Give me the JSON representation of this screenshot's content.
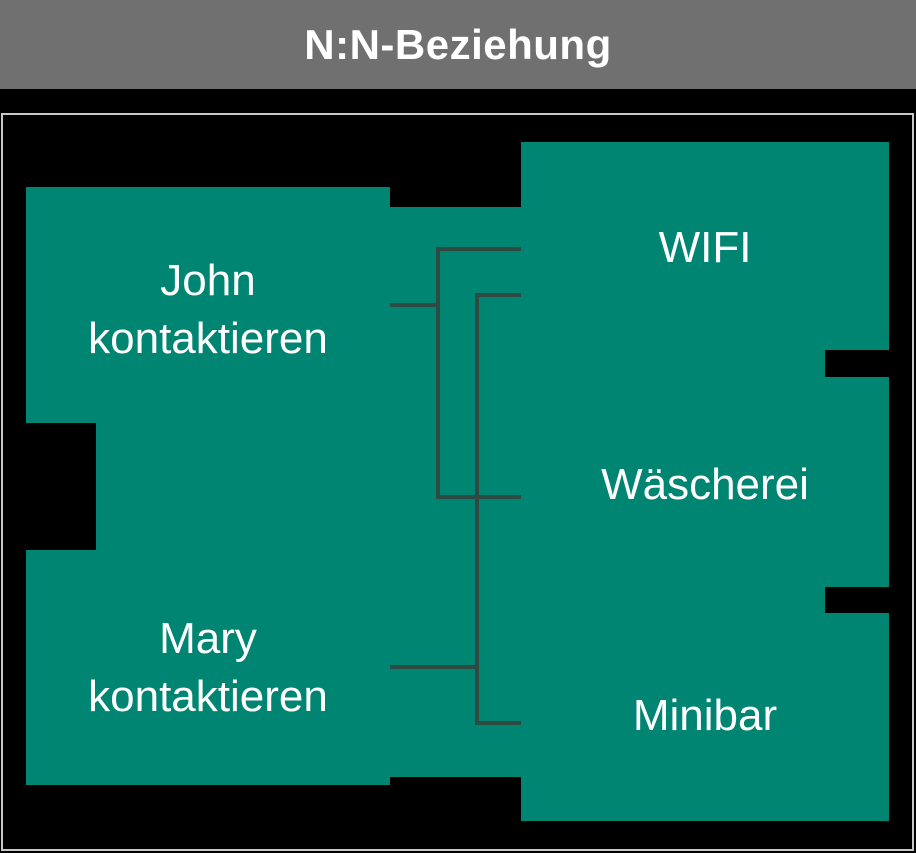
{
  "title": "N:N-Beziehung",
  "colors": {
    "header_background": "#707070",
    "canvas_background": "#000000",
    "entity_fill": "#008573",
    "connector_line": "#2E4A43",
    "frame_border": "#C9C7C5",
    "text": "#FFFFFF"
  },
  "left_entities": [
    {
      "lines": [
        "John",
        "kontaktieren"
      ]
    },
    {
      "lines": [
        "Mary",
        "kontaktieren"
      ]
    }
  ],
  "right_entities": [
    {
      "label": "WIFI"
    },
    {
      "label": "Wäscherei"
    },
    {
      "label": "Minibar"
    }
  ],
  "connections": [
    {
      "from": "John kontaktieren",
      "to": "WIFI"
    },
    {
      "from": "John kontaktieren",
      "to": "Wäscherei"
    },
    {
      "from": "Mary kontaktieren",
      "to": "WIFI"
    },
    {
      "from": "Mary kontaktieren",
      "to": "Minibar"
    }
  ]
}
